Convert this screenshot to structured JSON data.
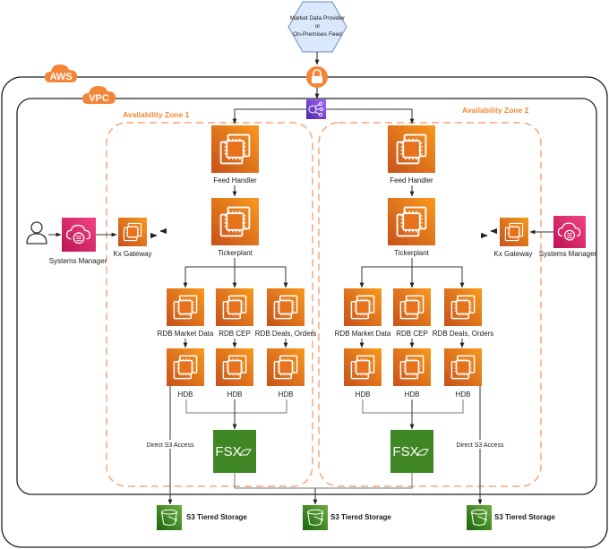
{
  "diagram": {
    "source": {
      "line1": "Market Data Provider",
      "line2": "or",
      "line3": "On-Premises Feed",
      "icon": "hexagon"
    },
    "containers": {
      "aws": {
        "label": "AWS",
        "icon": "cloud"
      },
      "vpc": {
        "label": "VPC",
        "icon": "cloud"
      },
      "az1": {
        "label": "Availability Zone 1"
      },
      "az2": {
        "label": "Availability Zone 2"
      }
    },
    "gateway_icon": "lock-icon",
    "load_balancer_icon": "network-load-balancer-icon",
    "external": {
      "user_icon": "user-icon",
      "systems_manager_left": "Systems Manager",
      "systems_manager_right": "Systems Manager"
    },
    "zones": [
      {
        "kx_gateway": "Kx Gateway",
        "feed_handler": "Feed Handler",
        "tickerplant": "Tickerplant",
        "rdbs": [
          "RDB Market Data",
          "RDB CEP",
          "RDB Deals, Orders"
        ],
        "hdbs": [
          "HDB",
          "HDB",
          "HDB"
        ],
        "fsx": "FSX",
        "direct_access": "Direct S3 Access"
      },
      {
        "kx_gateway": "Kx Gateway",
        "feed_handler": "Feed Handler",
        "tickerplant": "Tickerplant",
        "rdbs": [
          "RDB Market Data",
          "RDB CEP",
          "RDB Deals, Orders"
        ],
        "hdbs": [
          "HDB",
          "HDB",
          "HDB"
        ],
        "fsx": "FSX",
        "direct_access": "Direct S3 Access"
      }
    ],
    "storage": [
      "S3 Tiered Storage",
      "S3 Tiered Storage",
      "S3 Tiered Storage"
    ],
    "colors": {
      "ec2": "#e8711b",
      "ec2_light": "#f59a1f",
      "systems_manager": "#e7157b",
      "fsx_green": "#3f8624",
      "s3_green": "#3f8624",
      "aws_orange": "#f58536",
      "elb_purple": "#8c4fff",
      "line": "#333333"
    }
  }
}
